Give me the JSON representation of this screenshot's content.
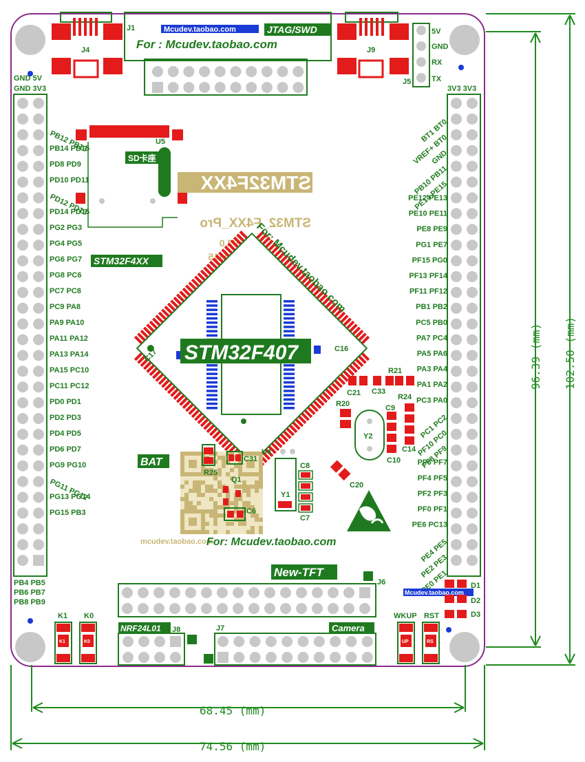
{
  "board": {
    "connectors": {
      "j1": "J1",
      "j4": "J4",
      "j9": "J9",
      "j5": "J5",
      "j6": "J6",
      "j7": "J7",
      "j8": "J8",
      "u5": "U5",
      "u4": "U4"
    },
    "power_header": [
      "5V",
      "GND",
      "RX",
      "TX"
    ],
    "banners": {
      "jtag": "JTAG/SWD",
      "jtag_url": "Mcudev.taobao.com",
      "for_url_top": "For : Mcudev.taobao.com",
      "sd_card": "SD卡座",
      "stm32_mirror": "STM32F4XX",
      "stm32_pro": "STM32_F4XX_Pro",
      "version": "Ver:V2.0",
      "sn": "SN:D21115",
      "stm32_banner": "STM32F4XX",
      "chip": "STM32F407",
      "for_diag": "For: Mcudev.taobao.com",
      "bat": "BAT",
      "for_url_bottom": "For: Mcudev.taobao.com",
      "url_faded": "mcudev.taobao.com",
      "new_tft": "New-TFT",
      "nrf": "NRF24L01",
      "camera": "Camera",
      "url_small": "Mcudev.taobao.com"
    },
    "left_header_top": [
      "GND 5V",
      "GND 3V3"
    ],
    "left_pins": [
      "PB12 PB13",
      "PB14 PB15",
      "PD8  PD9",
      "PD10 PD11",
      "PD12 PD13",
      "PD14 PD15",
      "PG2  PG3",
      "PG4  PG5",
      "PG6  PG7",
      "PG8  PC6",
      "PC7  PC8",
      "PC9  PA8",
      "PA9  PA10",
      "PA11 PA12",
      "PA13 PA14",
      "PA15 PC10",
      "PC11 PC12",
      "PD0  PD1",
      "PD2  PD3",
      "PD4  PD5",
      "PD6  PD7",
      "PG9  PG10",
      "PG11 PG12",
      "PG13 PG14",
      "PG15 PB3"
    ],
    "left_bottom": [
      "PB4  PB5",
      "PB6  PB7",
      "PB8  PB9"
    ],
    "right_header_top": "3V3 3V3",
    "right_pins": [
      "BT1 BT0",
      "VREF+ BT0",
      "GND",
      "PB10 PB11",
      "PE14 PE15",
      "PE12 PE13",
      "PE10 PE11",
      "PE8  PE9",
      "PG1  PE7",
      "PF15 PG0",
      "PF13 PF14",
      "PF11 PF12",
      "PB1  PB2",
      "PC5  PB0",
      "PA7  PC4",
      "PA5  PA6",
      "PA3  PA4",
      "PA1  PA2",
      "PC3  PA0",
      "PC1  PC2",
      "PF10 PC0",
      "PF8  PF9",
      "PF6  PF7",
      "PF4  PF5",
      "PF2  PF3",
      "PF0  PF1",
      "PE6  PC13",
      "PE4  PE5",
      "PE2  PE3",
      "PE0  PE1"
    ],
    "components": {
      "r21": "R21",
      "c21": "C21",
      "c33": "C33",
      "r24": "R24",
      "r20": "R20",
      "c9": "C9",
      "y2": "Y2",
      "c14": "C14",
      "c10": "C10",
      "c20": "C20",
      "c8": "C8",
      "y1": "Y1",
      "c7": "C7",
      "c31": "C31",
      "r25": "R25",
      "q1": "Q1",
      "c6": "C6",
      "c17": "C17",
      "c16": "C16",
      "d1": "D1",
      "d2": "D2",
      "d3": "D3"
    },
    "buttons": {
      "k1": "K1",
      "k0": "K0",
      "wkup": "WKUP",
      "rst": "RST",
      "k1_cap": "K1",
      "k0_cap": "K0",
      "wkup_cap": "UP",
      "rst_cap": "RS"
    }
  },
  "dimensions": {
    "inner_width": "68.45 (mm)",
    "outer_width": "74.56 (mm)",
    "inner_height": "96.39 (mm)",
    "outer_height": "102.50 (mm)"
  },
  "colors": {
    "silk": "#1f7a1f",
    "pad_red": "#e31b1b",
    "pin_grey": "#c8c8c8",
    "dim_green": "#1f8a1f",
    "board_edge": "#8a2a8a",
    "gold": "#c9b676"
  }
}
